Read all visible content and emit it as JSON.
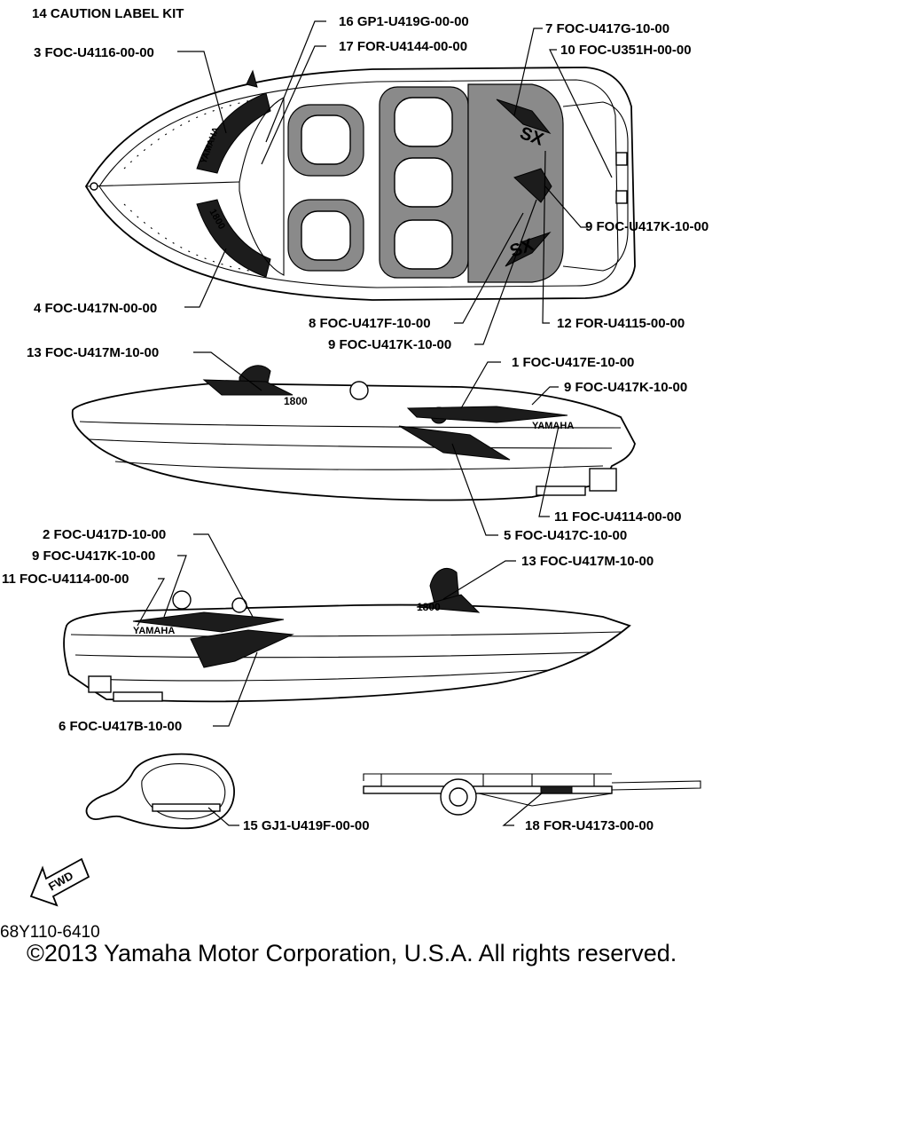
{
  "callouts": [
    {
      "id": "c14",
      "text": "14 CAUTION LABEL KIT"
    },
    {
      "id": "c16",
      "text": "16 GP1-U419G-00-00"
    },
    {
      "id": "c17",
      "text": "17 FOR-U4144-00-00"
    },
    {
      "id": "c3",
      "text": "3 FOC-U4116-00-00"
    },
    {
      "id": "c7",
      "text": "7 FOC-U417G-10-00"
    },
    {
      "id": "c10",
      "text": "10 FOC-U351H-00-00"
    },
    {
      "id": "c9a",
      "text": "9 FOC-U417K-10-00"
    },
    {
      "id": "c4",
      "text": "4 FOC-U417N-00-00"
    },
    {
      "id": "c8",
      "text": "8 FOC-U417F-10-00"
    },
    {
      "id": "c12",
      "text": "12 FOR-U4115-00-00"
    },
    {
      "id": "c9b",
      "text": "9 FOC-U417K-10-00"
    },
    {
      "id": "c13a",
      "text": "13 FOC-U417M-10-00"
    },
    {
      "id": "c1",
      "text": "1 FOC-U417E-10-00"
    },
    {
      "id": "c9c",
      "text": "9 FOC-U417K-10-00"
    },
    {
      "id": "c11a",
      "text": "11 FOC-U4114-00-00"
    },
    {
      "id": "c5",
      "text": "5 FOC-U417C-10-00"
    },
    {
      "id": "c2",
      "text": "2 FOC-U417D-10-00"
    },
    {
      "id": "c9d",
      "text": "9 FOC-U417K-10-00"
    },
    {
      "id": "c11b",
      "text": "11 FOC-U4114-00-00"
    },
    {
      "id": "c13b",
      "text": "13 FOC-U417M-10-00"
    },
    {
      "id": "c6",
      "text": "6 FOC-U417B-10-00"
    },
    {
      "id": "c15",
      "text": "15 GJ1-U419F-00-00"
    },
    {
      "id": "c18",
      "text": "18 FOR-U4173-00-00"
    }
  ],
  "decals": {
    "brand": "YAMAHA",
    "model": "1800",
    "hull_graphic": "SX"
  },
  "fwd_label": "FWD",
  "drawing_code": "68Y110-6410",
  "copyright": "©2013 Yamaha Motor Corporation, U.S.A. All rights reserved."
}
